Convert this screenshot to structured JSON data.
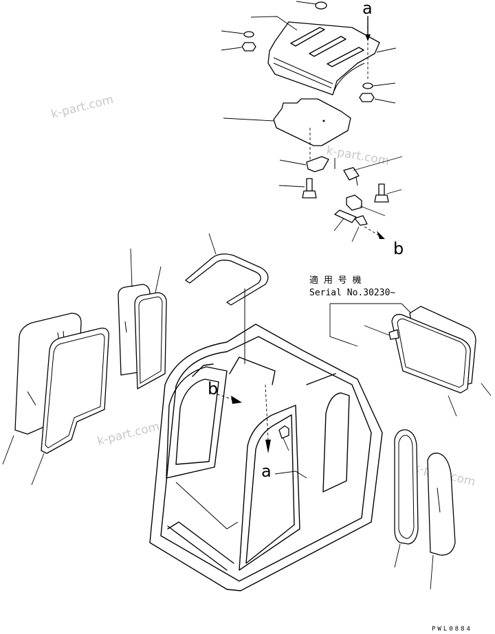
{
  "watermark": "k-part.com",
  "labels": {
    "a": "a",
    "b": "b"
  },
  "applicability": {
    "jp": "適 用 号 機",
    "serial": "Serial No.30230~"
  },
  "drawing_code": "PWL0884"
}
